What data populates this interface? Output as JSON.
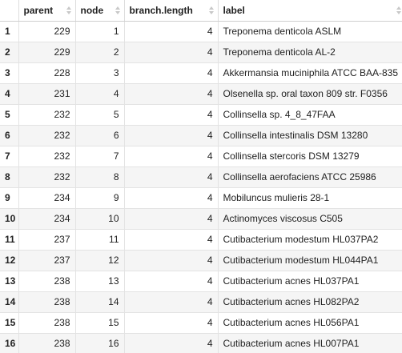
{
  "columns": [
    {
      "key": "parent",
      "label": "parent"
    },
    {
      "key": "node",
      "label": "node"
    },
    {
      "key": "branch_length",
      "label": "branch.length"
    },
    {
      "key": "label",
      "label": "label"
    }
  ],
  "rows": [
    {
      "index": "1",
      "parent": "229",
      "node": "1",
      "branch_length": "4",
      "label": "Treponema denticola ASLM"
    },
    {
      "index": "2",
      "parent": "229",
      "node": "2",
      "branch_length": "4",
      "label": "Treponema denticola AL-2"
    },
    {
      "index": "3",
      "parent": "228",
      "node": "3",
      "branch_length": "4",
      "label": "Akkermansia muciniphila ATCC BAA-835"
    },
    {
      "index": "4",
      "parent": "231",
      "node": "4",
      "branch_length": "4",
      "label": "Olsenella sp. oral taxon 809 str. F0356"
    },
    {
      "index": "5",
      "parent": "232",
      "node": "5",
      "branch_length": "4",
      "label": "Collinsella sp. 4_8_47FAA"
    },
    {
      "index": "6",
      "parent": "232",
      "node": "6",
      "branch_length": "4",
      "label": "Collinsella intestinalis DSM 13280"
    },
    {
      "index": "7",
      "parent": "232",
      "node": "7",
      "branch_length": "4",
      "label": "Collinsella stercoris DSM 13279"
    },
    {
      "index": "8",
      "parent": "232",
      "node": "8",
      "branch_length": "4",
      "label": "Collinsella aerofaciens ATCC 25986"
    },
    {
      "index": "9",
      "parent": "234",
      "node": "9",
      "branch_length": "4",
      "label": "Mobiluncus mulieris 28-1"
    },
    {
      "index": "10",
      "parent": "234",
      "node": "10",
      "branch_length": "4",
      "label": "Actinomyces viscosus C505"
    },
    {
      "index": "11",
      "parent": "237",
      "node": "11",
      "branch_length": "4",
      "label": "Cutibacterium modestum HL037PA2"
    },
    {
      "index": "12",
      "parent": "237",
      "node": "12",
      "branch_length": "4",
      "label": "Cutibacterium modestum HL044PA1"
    },
    {
      "index": "13",
      "parent": "238",
      "node": "13",
      "branch_length": "4",
      "label": "Cutibacterium acnes HL037PA1"
    },
    {
      "index": "14",
      "parent": "238",
      "node": "14",
      "branch_length": "4",
      "label": "Cutibacterium acnes HL082PA2"
    },
    {
      "index": "15",
      "parent": "238",
      "node": "15",
      "branch_length": "4",
      "label": "Cutibacterium acnes HL056PA1"
    },
    {
      "index": "16",
      "parent": "238",
      "node": "16",
      "branch_length": "4",
      "label": "Cutibacterium acnes HL007PA1"
    }
  ]
}
